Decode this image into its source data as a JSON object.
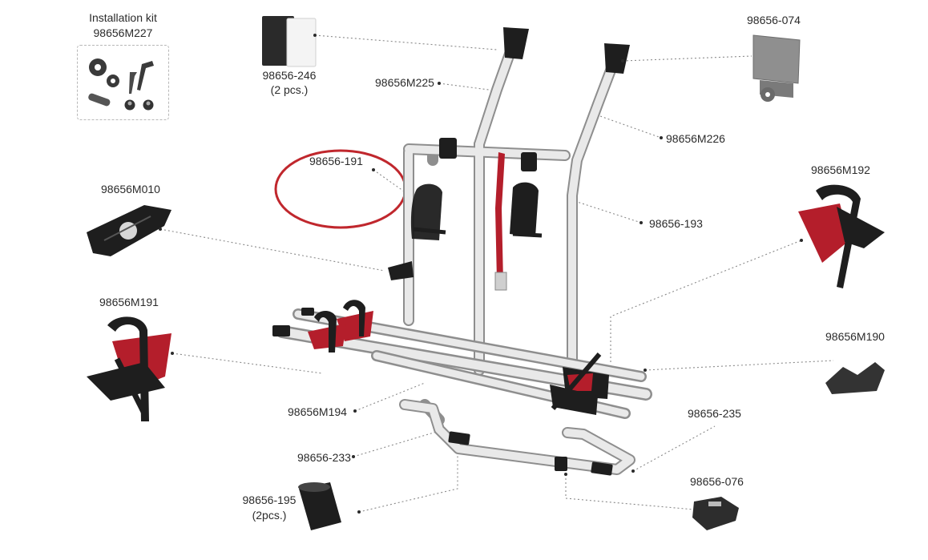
{
  "kit": {
    "title_line1": "Installation kit",
    "title_line2": "98656M227"
  },
  "labels": {
    "part_246": "98656-246",
    "part_246_qty": "(2 pcs.)",
    "part_M225": "98656M225",
    "part_074": "98656-074",
    "part_M226": "98656M226",
    "part_191": "98656-191",
    "part_M010": "98656M010",
    "part_193": "98656-193",
    "part_M192": "98656M192",
    "part_M191": "98656M191",
    "part_M190": "98656M190",
    "part_M194": "98656M194",
    "part_235": "98656-235",
    "part_233": "98656-233",
    "part_076": "98656-076",
    "part_195": "98656-195",
    "part_195_qty": "(2pcs.)"
  },
  "colors": {
    "highlight_circle": "#c0272d",
    "accent_red": "#b41e2b",
    "strap_black": "#1e1e1e",
    "aluminium": "#e9e9e9"
  }
}
